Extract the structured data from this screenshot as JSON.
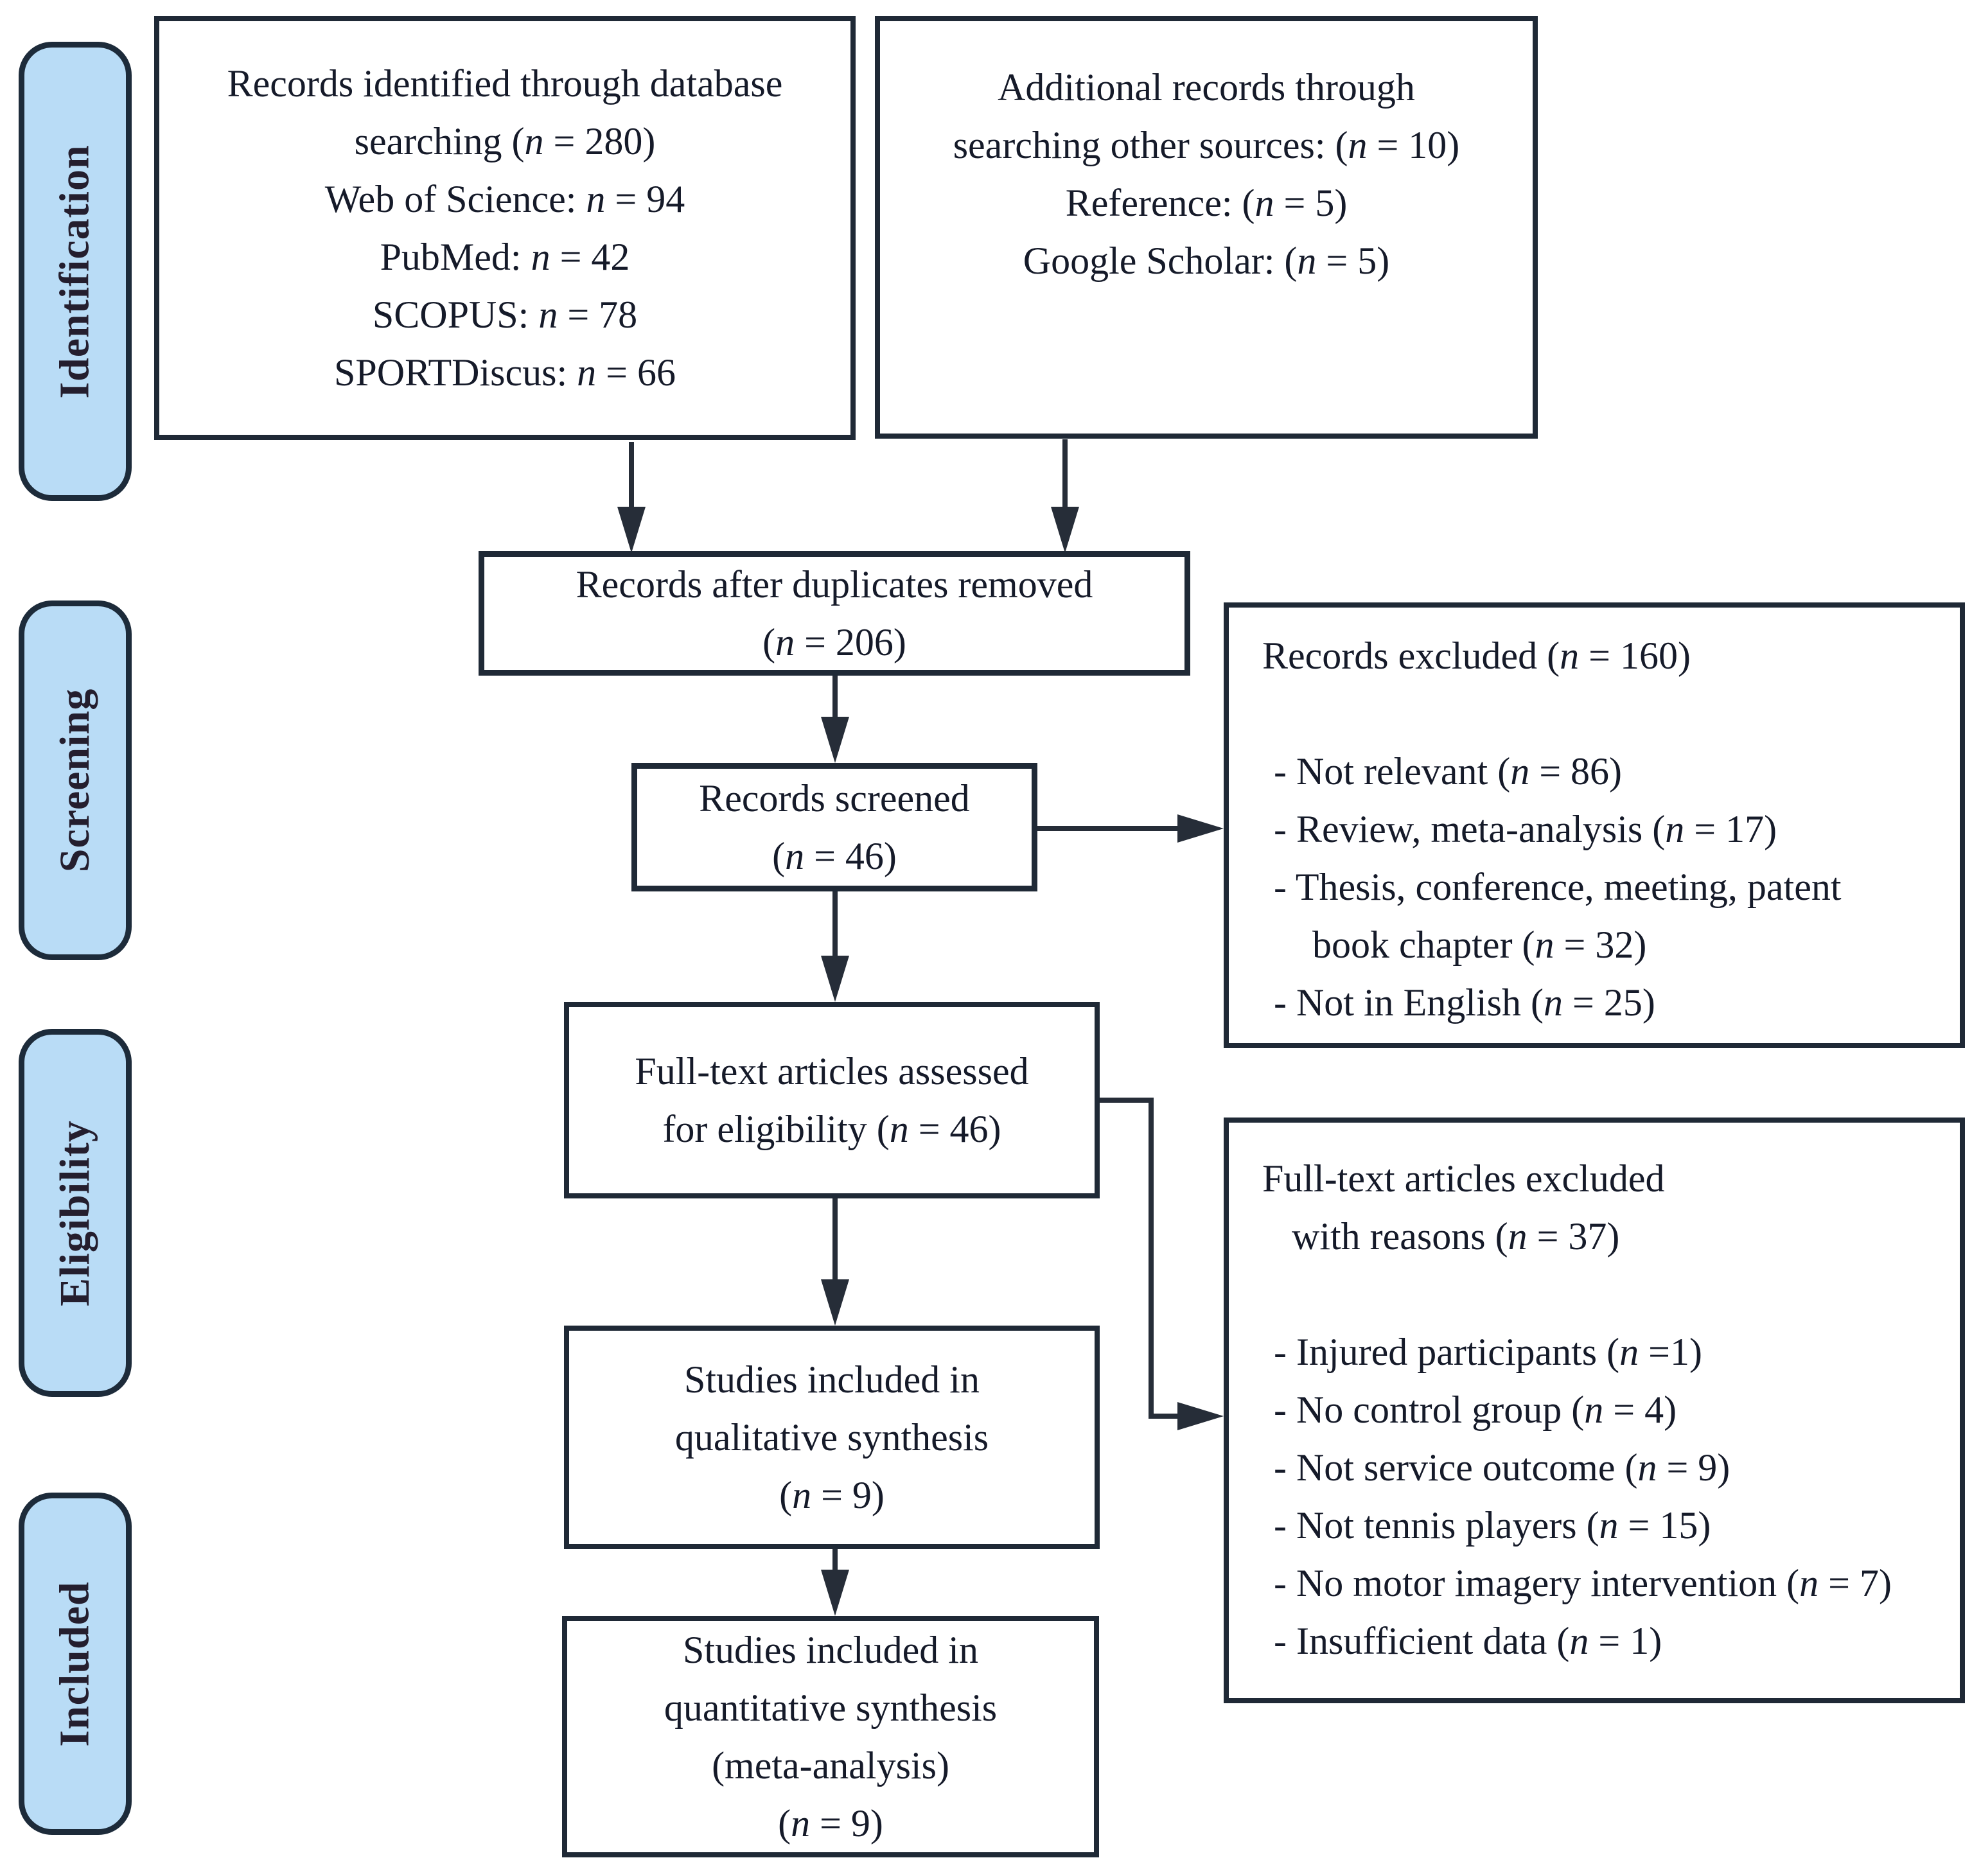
{
  "figure": {
    "title": "PRISMA flow diagram",
    "background_color": "#ffffff",
    "box_border_color": "#1f2936",
    "arrow_color": "#262d38",
    "text_color": "#151a29",
    "stage_fill_color": "#b9dcf6",
    "stage_border_color": "#1d2b3a"
  },
  "sidebar": {
    "stages": [
      "Identification",
      "Screening",
      "Eligibility",
      "Included"
    ]
  },
  "boxes": {
    "identified": {
      "lines": [
        "Records identified through database",
        "searching (n = 280)",
        "Web of Science: n = 94",
        "PubMed: n = 42",
        "SCOPUS: n = 78",
        "SPORTDiscus: n = 66"
      ]
    },
    "additional": {
      "lines": [
        "Additional records through",
        "searching other sources: (n = 10)",
        "Reference: (n = 5)",
        "Google Scholar: (n = 5)"
      ]
    },
    "deduplicated": {
      "lines": [
        "Records after duplicates removed",
        "(n = 206)"
      ]
    },
    "screened": {
      "lines": [
        "Records screened",
        "(n = 46)"
      ]
    },
    "records_excluded": {
      "lines": [
        "Records excluded (n = 160)",
        "",
        "- Not relevant (n = 86)",
        "- Review, meta-analysis (n = 17)",
        "- Thesis, conference, meeting, patent",
        "book chapter (n = 32)",
        "- Not in English (n = 25)"
      ]
    },
    "fulltext_assessed": {
      "lines": [
        "Full-text articles assessed",
        "for eligibility (n = 46)"
      ]
    },
    "fulltext_excluded": {
      "lines": [
        "Full-text articles excluded",
        "with reasons (n = 37)",
        "",
        "- Injured participants (n =1)",
        "- No control group (n = 4)",
        "- Not service outcome (n = 9)",
        "- Not tennis players (n = 15)",
        "- No motor imagery intervention (n = 7)",
        "- Insufficient data (n = 1)"
      ]
    },
    "qualitative": {
      "lines": [
        "Studies included in",
        "qualitative synthesis",
        "(n = 9)"
      ]
    },
    "quantitative": {
      "lines": [
        "Studies included in",
        "quantitative synthesis",
        "(meta-analysis)",
        "(n = 9)"
      ]
    }
  }
}
